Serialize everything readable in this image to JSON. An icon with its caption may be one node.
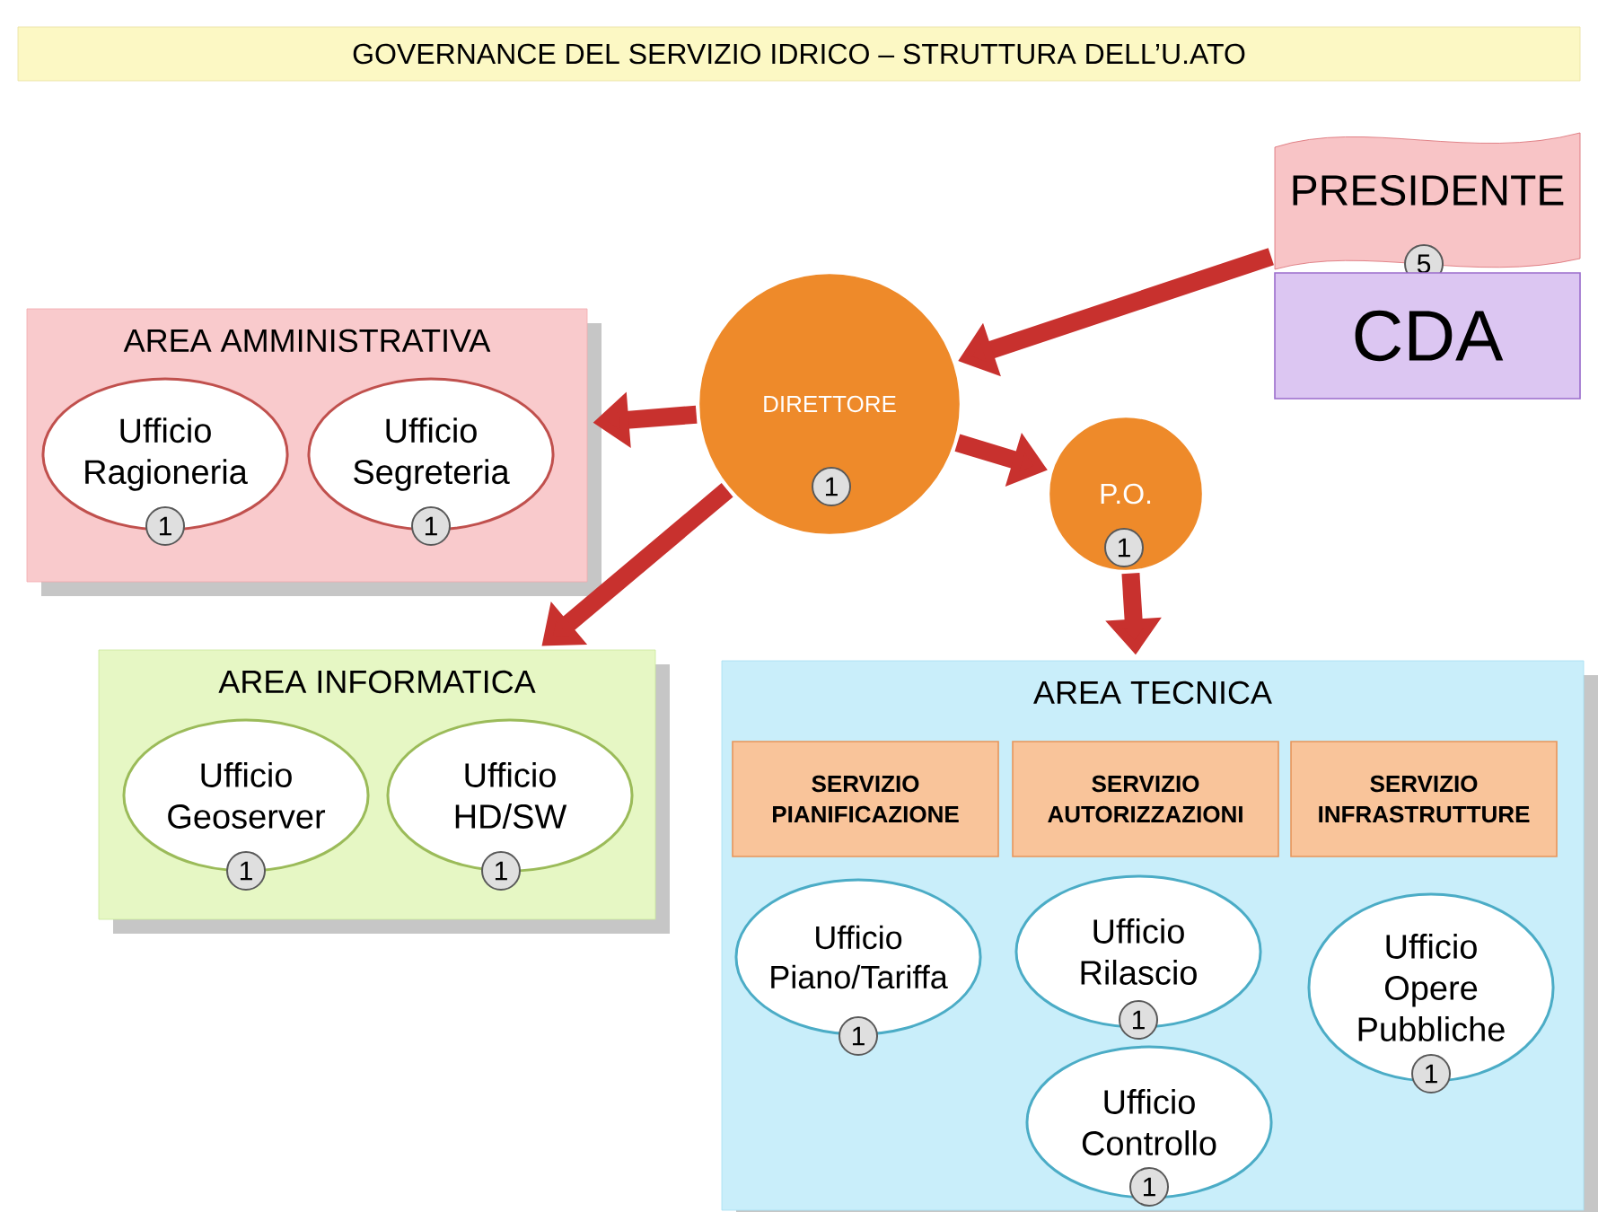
{
  "diagram": {
    "title": "GOVERNANCE DEL SERVIZIO IDRICO – STRUTTURA DELL’U.ATO",
    "nodes": [
      {
        "text": [
          "PRESIDENTE",
          "5"
        ]
      },
      {
        "text": [
          "CDA"
        ]
      },
      {
        "text": [
          "DIRETTORE",
          "1"
        ]
      },
      {
        "text": [
          "AREA AMMINISTRATIVA"
        ]
      },
      {
        "text": [
          "Ufficio Ragioneria",
          "1"
        ],
        "in": 3
      },
      {
        "text": [
          "Ufficio Segreteria",
          "1"
        ],
        "in": 3
      },
      {
        "text": [
          "P.O.",
          "1"
        ]
      },
      {
        "text": [
          "AREA INFORMATICA"
        ]
      },
      {
        "text": [
          "Ufficio Geoserver",
          "1"
        ],
        "in": 7
      },
      {
        "text": [
          "Ufficio HD/SW",
          "1"
        ],
        "in": 7
      },
      {
        "text": [
          "AREA TECNICA"
        ]
      },
      {
        "text": [
          "SERVIZIO PIANIFICAZIONE"
        ],
        "in": 10
      },
      {
        "text": [
          "SERVIZIO AUTORIZZAZIONI"
        ],
        "in": 10
      },
      {
        "text": [
          "SERVIZIO INFRASTRUTTURE"
        ],
        "in": 10
      },
      {
        "text": [
          "Ufficio Piano/Tariffa",
          "1"
        ],
        "in": 10
      },
      {
        "text": [
          "Ufficio Rilascio",
          "1"
        ],
        "in": 10
      },
      {
        "text": [
          "Ufficio Opere Pubbliche",
          "1"
        ],
        "in": 10
      },
      {
        "text": [
          "Ufficio Controllo",
          "1"
        ],
        "in": 10
      }
    ],
    "edges": [
      {
        "from": 0,
        "to": 2,
        "arrow": "to"
      },
      {
        "from": 2,
        "to": 3,
        "arrow": "to"
      },
      {
        "from": 2,
        "to": 6,
        "arrow": "to"
      },
      {
        "from": 2,
        "to": 7,
        "arrow": "to"
      },
      {
        "from": 6,
        "to": 10,
        "arrow": "to"
      }
    ]
  }
}
